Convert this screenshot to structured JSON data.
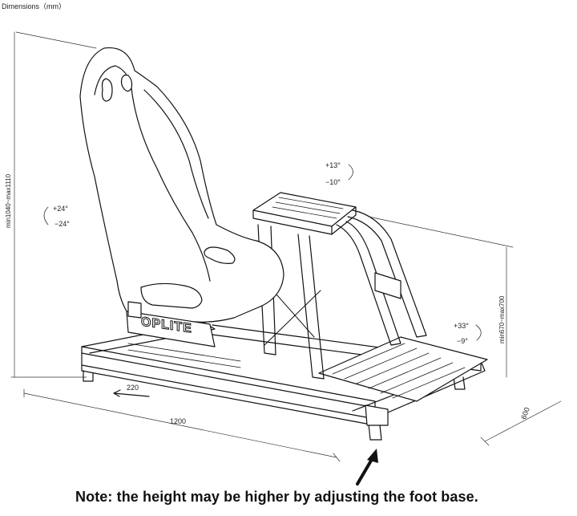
{
  "title": "Dimensions（mm）",
  "dimensions": {
    "seat_height": "min1040~max1110",
    "wheel_stand_height": "min670~max700",
    "length": "1200",
    "width": "600",
    "seat_slide": "220"
  },
  "angles": {
    "seat": {
      "up": "+24°",
      "down": "−24°"
    },
    "wheel": {
      "up": "+13°",
      "down": "−10°"
    },
    "pedal": {
      "up": "+33°",
      "down": "−9°"
    }
  },
  "brand": "OPLITE",
  "note": "Note: the height may be higher by adjusting the foot base."
}
